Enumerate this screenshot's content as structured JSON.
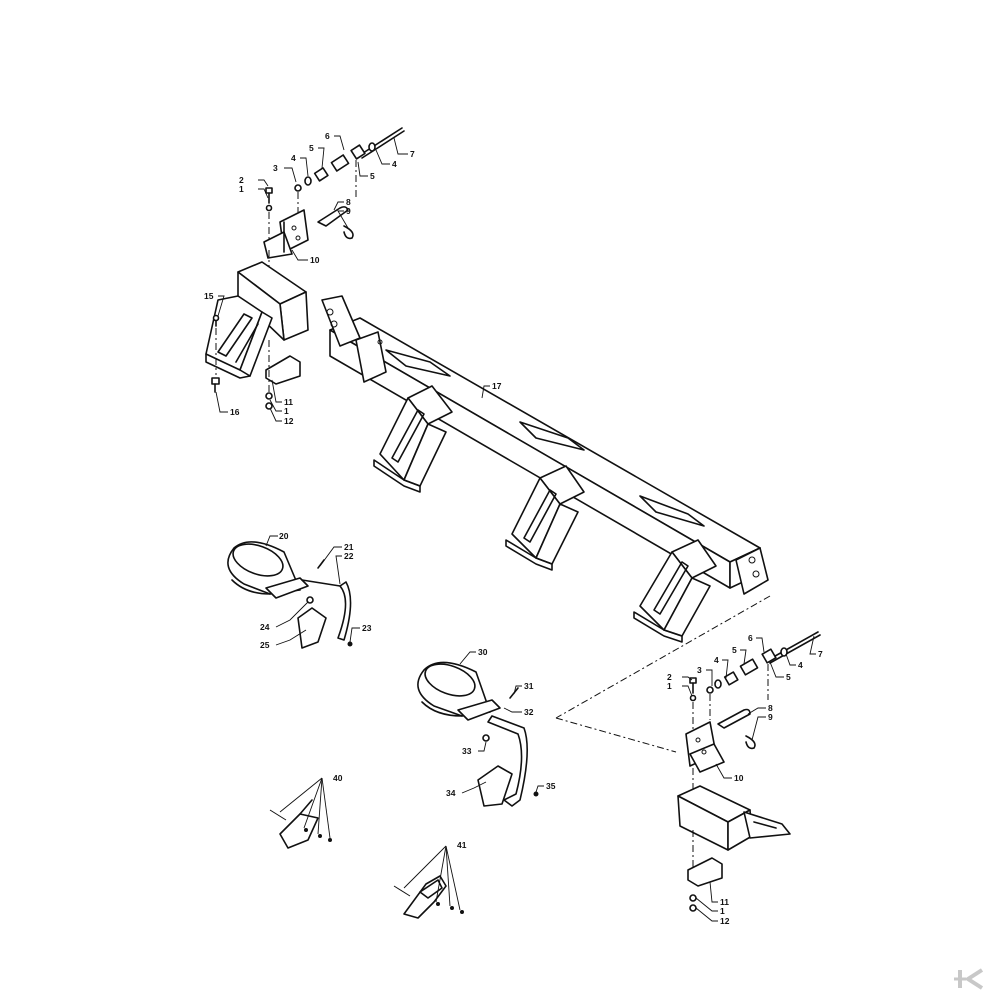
{
  "labels": {
    "top_assembly": {
      "n1": "1",
      "n2": "2",
      "n3": "3",
      "n4a": "4",
      "n4b": "4",
      "n5a": "5",
      "n5b": "5",
      "n6": "6",
      "n7": "7",
      "n8": "8",
      "n9": "9",
      "n10": "10"
    },
    "left_bracket": {
      "n15": "15",
      "n16": "16",
      "n11": "11",
      "n1": "1",
      "n12": "12"
    },
    "frame": {
      "n17": "17"
    },
    "tine_left": {
      "n20": "20",
      "n21": "21",
      "n22": "22",
      "n23": "23",
      "n24": "24",
      "n25": "25"
    },
    "tine_center": {
      "n30": "30",
      "n31": "31",
      "n32": "32",
      "n33": "33",
      "n34": "34",
      "n35": "35"
    },
    "shares": {
      "n40": "40",
      "n41": "41"
    },
    "right_assembly": {
      "n1": "1",
      "n2": "2",
      "n3": "3",
      "n4a": "4",
      "n4b": "4",
      "n5a": "5",
      "n5b": "5",
      "n6": "6",
      "n7": "7",
      "n8": "8",
      "n9": "9",
      "n10": "10",
      "n11": "11",
      "n1b": "1",
      "n12": "12"
    }
  },
  "logo": {
    "text": "K",
    "color": "#c8c8c8"
  }
}
